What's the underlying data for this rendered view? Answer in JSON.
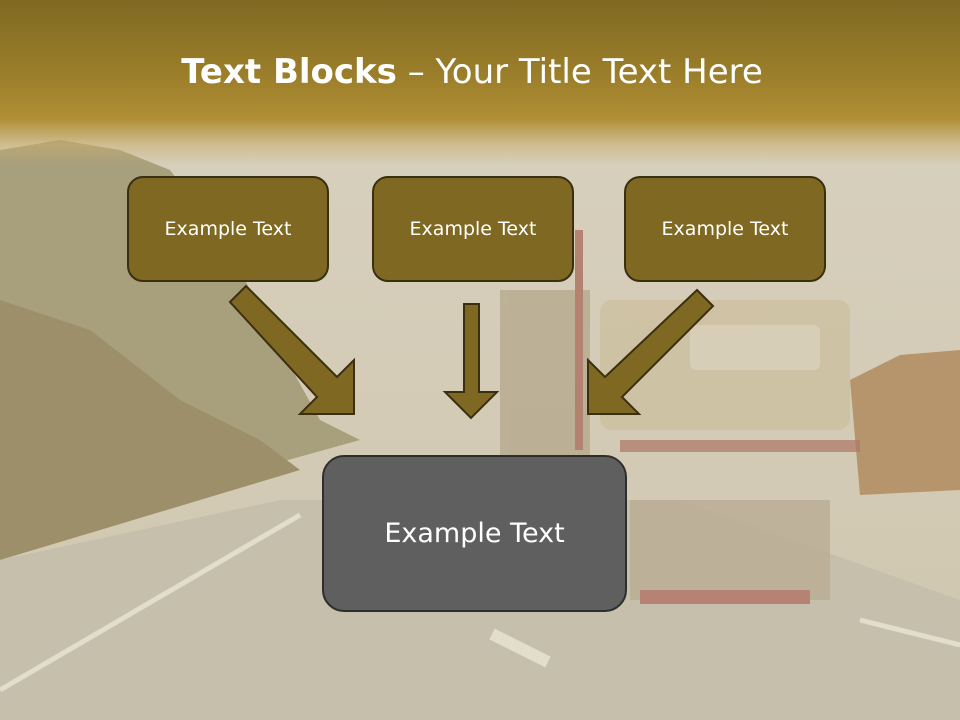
{
  "title": {
    "bold": "Text Blocks",
    "separator": " – ",
    "rest": "Your Title Text Here"
  },
  "boxes": [
    {
      "label": "Example Text"
    },
    {
      "label": "Example Text"
    },
    {
      "label": "Example Text"
    }
  ],
  "main_box": {
    "label": "Example Text"
  },
  "colors": {
    "title_band": "#8e7526",
    "small_box": "#7f6822",
    "main_box": "#5f5f5f",
    "arrow": "#7f6822"
  }
}
